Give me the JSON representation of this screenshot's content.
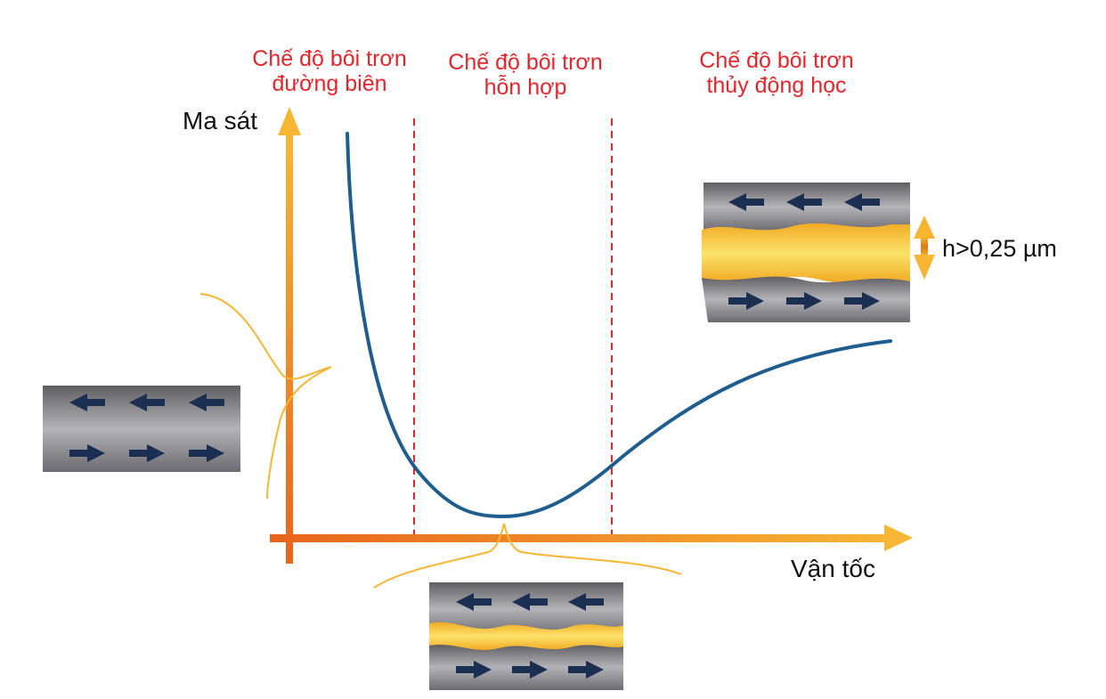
{
  "regimes": {
    "boundary": {
      "line1": "Chế độ bôi trơn",
      "line2": "đường biên"
    },
    "mixed": {
      "line1": "Chế độ bôi trơn",
      "line2": "hỗn hợp"
    },
    "hydrodynamic": {
      "line1": "Chế độ bôi trơn",
      "line2": "thủy động học"
    }
  },
  "axes": {
    "y_label": "Ma sát",
    "x_label": "Vận tốc"
  },
  "film_thickness_label": "h>0,25 µm",
  "colors": {
    "regime_text": "#e3262b",
    "axis": "#f08a1c",
    "curve": "#1f5d8f",
    "divider": "#e3262b",
    "lubricant": "#f7c531",
    "metal": "#8d8d92",
    "arrow": "#1b2f52"
  }
}
